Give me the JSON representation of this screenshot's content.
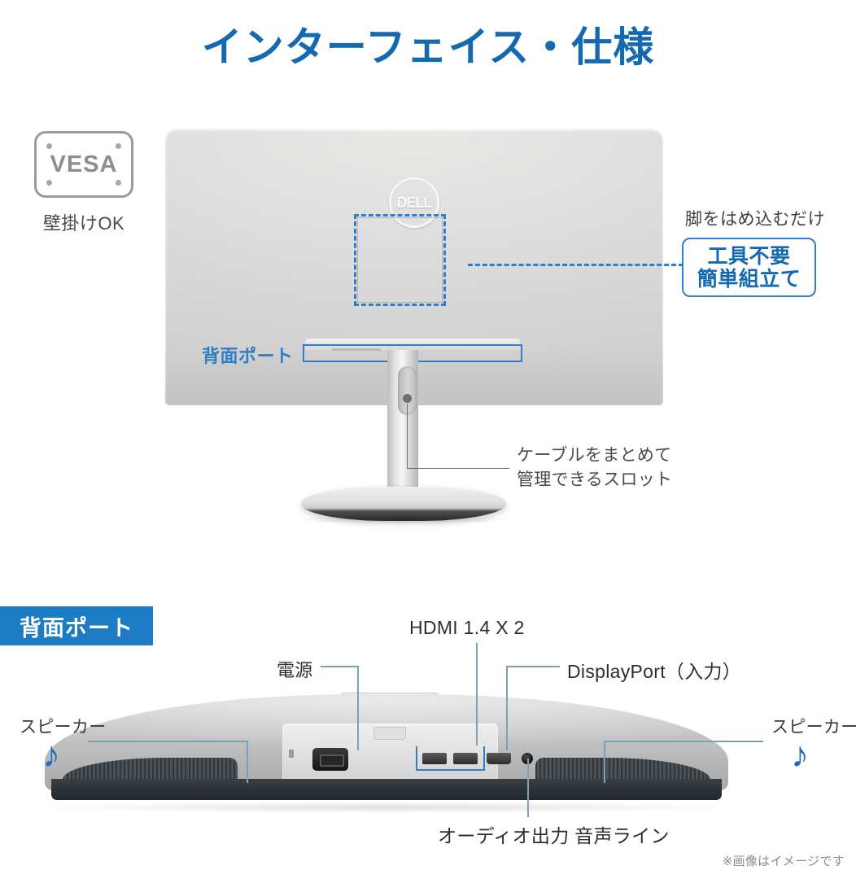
{
  "page": {
    "title": "インターフェイス・仕様",
    "accent_blue": "#1569b0",
    "line_blue": "#2f7fc4",
    "badge_blue": "#1b7cc4"
  },
  "vesa": {
    "label": "VESA",
    "caption": "壁掛けOK",
    "icon": "vesa-plate-icon"
  },
  "monitor_rear": {
    "brand_logo": "DELL",
    "rear_port_label": "背面ポート",
    "cable_callout_line1": "ケーブルをまとめて",
    "cable_callout_line2": "管理できるスロット"
  },
  "tool_free_callout": {
    "subtitle": "脚をはめ込むだけ",
    "line1": "工具不要",
    "line2": "簡単組立て"
  },
  "ports_section": {
    "badge": "背面ポート",
    "labels": {
      "hdmi": "HDMI 1.4 X 2",
      "power": "電源",
      "displayport": "DisplayPort（入力）",
      "audio": "オーディオ出力 音声ライン",
      "speaker_left": "スピーカー",
      "speaker_right": "スピーカー"
    },
    "note_icon": "♪"
  },
  "disclaimer": "※画像はイメージです"
}
